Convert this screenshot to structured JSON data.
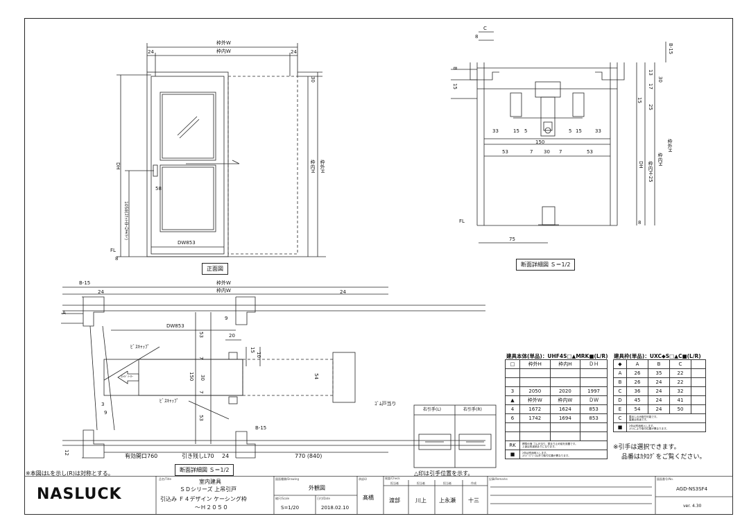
{
  "front_view": {
    "caption": "正面図",
    "frame_outer_w": "枠外W",
    "frame_inner_w": "枠内W",
    "dim_24_left": "24",
    "dim_24_right": "24",
    "dim_30": "30",
    "frame_outer_h": "枠外H",
    "frame_inner_h": "枠内H",
    "dh": "DH",
    "dw": "DW853",
    "dim_58": "58",
    "handle_height": "1058(ｽﾘｯﾄ中心まで)",
    "fl": "FL",
    "dim_8": "8"
  },
  "section_top": {
    "caption": "断面詳細図 Ｓ＝1/2",
    "c": "C",
    "dim_8": "8",
    "b15": "B-15",
    "b": "B",
    "dim_15a": "15",
    "dim_13": "13",
    "dim_17": "17",
    "dim_30": "30",
    "dim_15b": "15",
    "dim_25": "25",
    "dims_row1": [
      "33",
      "15",
      "5",
      "5",
      "15",
      "33"
    ],
    "dim_150": "150",
    "dims_row2": [
      "53",
      "7",
      "30",
      "7",
      "53"
    ],
    "dh": "DH",
    "inner_h_25": "枠内H-25",
    "inner_h": "枠内H",
    "outer_h": "枠外H",
    "fl": "FL",
    "dim_8b": "8",
    "dim_75": "75"
  },
  "section_plan": {
    "caption": "断面詳細図 Ｓ＝1/2",
    "b15_top": "B-15",
    "outer_w": "枠外W",
    "inner_w": "枠内W",
    "dim_24_left": "24",
    "dim_24_right": "24",
    "a": "A",
    "dw": "DW853",
    "dim_9_top": "9",
    "dim_53_top": "53",
    "dim_20": "20",
    "dim_15": "15",
    "dim_10": "10",
    "dim_7a": "7",
    "dim_150": "150",
    "dim_30": "30",
    "dim_7b": "7",
    "dim_54": "54",
    "dim_53_bot": "53",
    "dim_3": "3",
    "dim_9_bot": "9",
    "dim_12": "12",
    "b15_bot": "B-15",
    "bis_cap1": "ﾋﾞｽｷｬｯﾌﾟ",
    "bis_cap2": "ﾋﾞｽｷｬｯﾌﾟ",
    "rubber": "ｺﾞﾑ戸当り",
    "slide_label": "ｽﾗｲﾄﾞﾒｰﾀｰ",
    "opening": "有効開口760",
    "pull_rest": "引き残しL70",
    "dim_24": "24",
    "dim_770": "770 (840)"
  },
  "table_body": {
    "title": "建具本体(単品)：UHF4S□▲MRK■(L/R)",
    "header": [
      "□",
      "枠外H",
      "枠内H",
      "ＤＨ"
    ],
    "rows": [
      [
        "",
        "",
        "",
        ""
      ],
      [
        "",
        "",
        "",
        ""
      ],
      [
        "3",
        "2050",
        "2020",
        "1997"
      ],
      [
        "▲",
        "枠外W",
        "枠内W",
        "ＤＷ"
      ],
      [
        "4",
        "1672",
        "1624",
        "853"
      ],
      [
        "6",
        "1742",
        "1694",
        "853"
      ],
      [
        "",
        "",
        "",
        ""
      ],
      [
        "",
        "",
        "",
        ""
      ]
    ],
    "rk_label": "RK",
    "rk_text": "標準仕様 ゴム戸当り、閉まり止め錠を設置です。",
    "rk_text2": "上部は別途納まりになります。",
    "sq_label": "■",
    "sq_text": "2色は別途納入します。",
    "sq_text2": "ｽﾘｯﾄﾞﾘﾌﾞﾚｰｽ以外で取付位置が異なります。"
  },
  "table_frame": {
    "title": "建具枠(単品)：UXC◆S□▲C■(L/R)",
    "header": [
      "◆",
      "A",
      "B",
      "C"
    ],
    "rows": [
      [
        "A",
        "26",
        "35",
        "22"
      ],
      [
        "B",
        "26",
        "24",
        "22"
      ],
      [
        "C",
        "36",
        "24",
        "32"
      ],
      [
        "D",
        "45",
        "24",
        "41"
      ],
      [
        "E",
        "54",
        "24",
        "50"
      ]
    ],
    "c_label": "C",
    "c_text": "露出しのみ取付可能です。",
    "c_text2": "裏面は別途です。",
    "sq_label": "■",
    "sq_text": "2色は別途納入します。",
    "sq_text2": "ｽﾘｯﾄにより取付位置が異なります。"
  },
  "pull_diagram": {
    "left": "右引手(L)",
    "right": "右引手(R)",
    "note": "△印は引手位置を示す。"
  },
  "notes": {
    "pull_select": "※引手は選択できます。",
    "catalog": "品番はｶﾀﾛｸﾞをご覧ください。",
    "symmetric": "※本図はLを示し(R)は対称とする。"
  },
  "title_block": {
    "logo": "NASLUCK",
    "title_label": "品名/Title",
    "title1": "室内建具",
    "title2": "ＳＤシリーズ 上吊引戸",
    "title3": "引込み Ｆ４デザイン ケーシング枠",
    "title4": "～Ｈ２０５０",
    "drawing_label": "図面種類/Drawing",
    "drawing": "外観図",
    "scale_label": "縮尺/Scale",
    "scale": "S=1/20",
    "date_label": "日付/Date",
    "date": "2018.02.10",
    "approved_label": "承認印",
    "approved": "髙橋",
    "check_label": "検査/Check",
    "check_sub": [
      "担当者",
      "担当者",
      "担当者",
      "作成"
    ],
    "check_names": [
      "渡部",
      "川上",
      "上永瀬",
      "十三"
    ],
    "remarks_label": "記事/Remarks",
    "dwg_no_label": "図面番号/No.",
    "dwg_no": "AGD-NS3SF4",
    "version": "ver. 4.30"
  }
}
